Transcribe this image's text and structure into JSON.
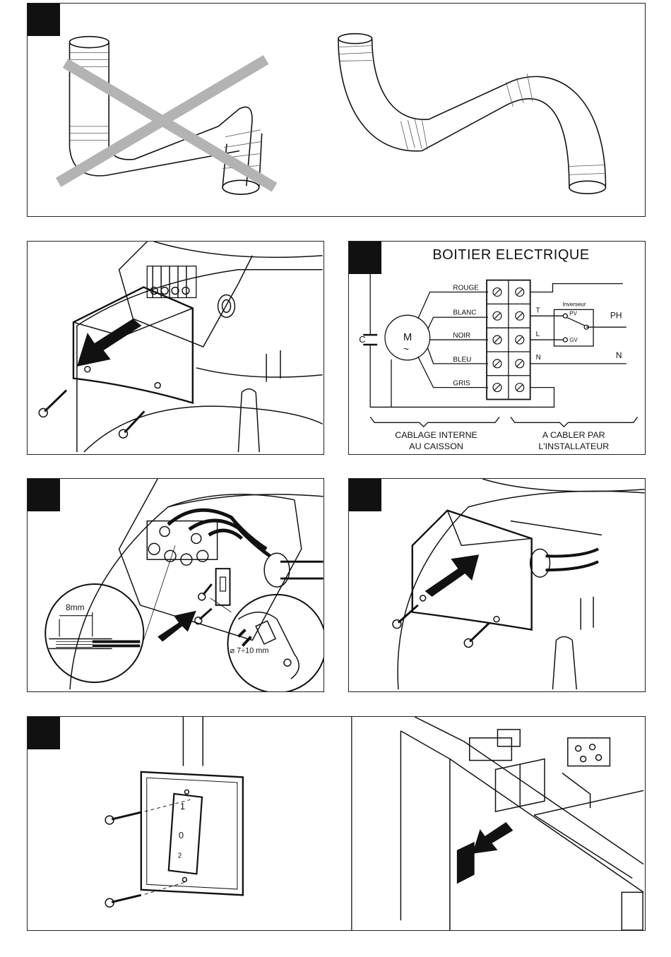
{
  "wiring_diagram": {
    "title": "BOITIER ELECTRIQUE",
    "capacitor_label": "C",
    "motor_label": "M",
    "motor_symbol": "~",
    "wires": [
      "ROUGE",
      "BLANC",
      "NOIR",
      "BLEU",
      "GRIS"
    ],
    "switch_title": "Inverseur",
    "switch_pv": "PV",
    "switch_gv": "GV",
    "terminal_t": "T",
    "terminal_l": "L",
    "terminal_n": "N",
    "line_ph": "PH",
    "line_n": "N",
    "internal_caption_1": "CABLAGE INTERNE",
    "internal_caption_2": "AU CAISSON",
    "installer_caption_1": "A CABLER PAR",
    "installer_caption_2": "L'INSTALLATEUR"
  },
  "stripping_detail": {
    "length_label": "8mm"
  },
  "gland_detail": {
    "diameter_label": "⌀ 7÷10 mm"
  },
  "wall_switch": {
    "positions": [
      "1",
      "0",
      "2"
    ]
  },
  "colors": {
    "ink": "#111111",
    "cross": "#b3b3b3",
    "hatch": "#555555"
  }
}
